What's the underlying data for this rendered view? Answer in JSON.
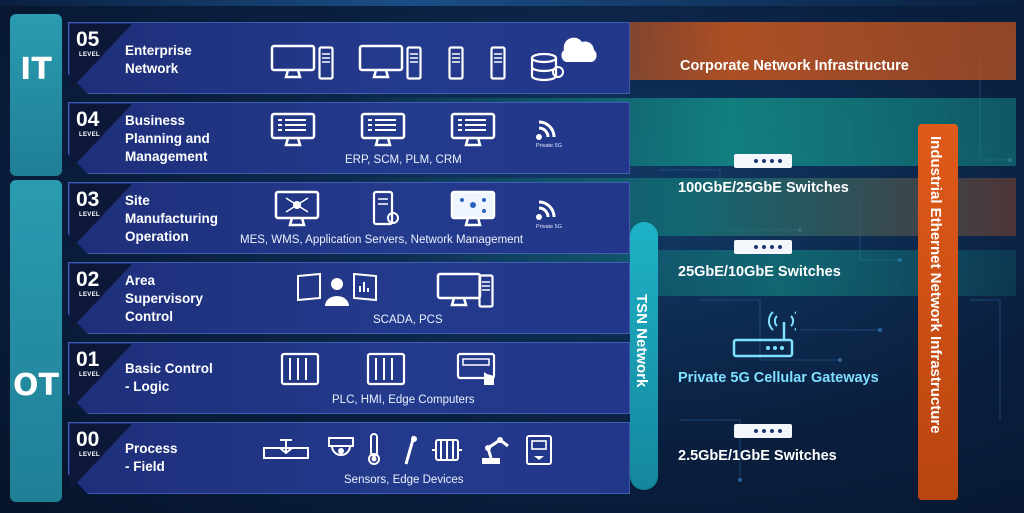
{
  "side_labels": {
    "it": "IT",
    "ot": "OT"
  },
  "colors": {
    "it_band": "#c8561e",
    "ot_band": "#138c86",
    "tsn": "#1fb2c6",
    "industrial": "#d9551a",
    "row": "#23378a",
    "accent_text": "#7fe1ff"
  },
  "levels": [
    {
      "num": "05",
      "word": "LEVEL",
      "title": "Enterprise\nNetwork",
      "caption": ""
    },
    {
      "num": "04",
      "word": "LEVEL",
      "title": "Business\nPlanning and\nManagement",
      "caption": "ERP, SCM, PLM, CRM",
      "small": "Private 5G"
    },
    {
      "num": "03",
      "word": "LEVEL",
      "title": "Site\nManufacturing\nOperation",
      "caption": "MES, WMS, Application Servers, Network Management",
      "small": "Private 5G"
    },
    {
      "num": "02",
      "word": "LEVEL",
      "title": "Area\nSupervisory\nControl",
      "caption": "SCADA, PCS"
    },
    {
      "num": "01",
      "word": "LEVEL",
      "title": "Basic Control\n- Logic",
      "caption": "PLC, HMI, Edge Computers"
    },
    {
      "num": "00",
      "word": "LEVEL",
      "title": "Process\n- Field",
      "caption": "Sensors, Edge Devices"
    }
  ],
  "right_labels": {
    "corporate": "Corporate Network Infrastructure",
    "sw100": "100GbE/25GbE Switches",
    "sw25": "25GbE/10GbE Switches",
    "gateway": "Private 5G Cellular Gateways",
    "sw2_5": "2.5GbE/1GbE Switches"
  },
  "tsn_label": "TSN Network",
  "industrial_label": "Industrial Ethernet Network Infrastructure"
}
